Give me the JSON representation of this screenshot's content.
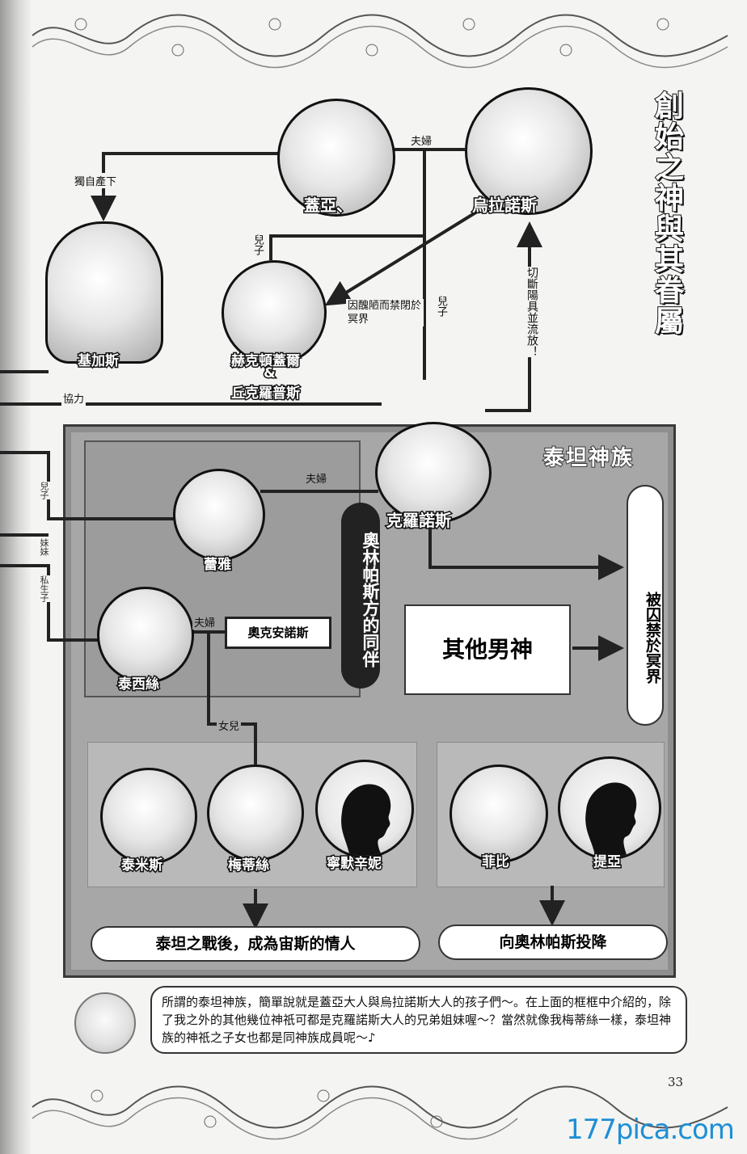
{
  "title": "創始之神與其眷屬",
  "titan_group_label": "泰坦神族",
  "characters": {
    "gaia": "蓋亞、",
    "uranus": "烏拉諾斯",
    "gigas": "基加斯",
    "hecatoncheires": "赫克頓蓋爾",
    "ampersand": "&",
    "cyclops": "丘克羅普斯",
    "kronos": "克羅諾斯",
    "rhea": "蕾雅",
    "tethys": "泰西絲",
    "oceanus": "奧克安諾斯",
    "themis": "泰米斯",
    "metis": "梅蒂絲",
    "mnemosyne": "寧默辛妮",
    "phoebe": "菲比",
    "theia": "提亞"
  },
  "relations": {
    "couple_top": "夫婦",
    "self_birth": "獨自產下",
    "son_left": "兒子",
    "son_center": "兒子",
    "sealed_note": "因醜陋而禁閉於冥界",
    "castrate_exile": "切斷陽具並流放！",
    "cooperate": "協力",
    "couple_rhea": "夫婦",
    "couple_tethys": "夫婦",
    "daughter": "女兒"
  },
  "margin_tags": [
    "兒子",
    "妹妹",
    "私生子"
  ],
  "boxes": {
    "olympus_ally": "奧林帕斯方的同伴",
    "other_gods": "其他男神",
    "imprisoned": "被囚禁於冥界",
    "result_left": "泰坦之戰後，成為宙斯的情人",
    "result_right": "向奧林帕斯投降"
  },
  "bubble_text": "所謂的泰坦神族，簡單說就是蓋亞大人與烏拉諾斯大人的孩子們～。在上面的框框中介紹的，除了我之外的其他幾位神祇可都是克羅諾斯大人的兄弟姐妹喔～？當然就像我梅蒂絲一樣，泰坦神族的神祇之子女也都是同神族成員呢～♪",
  "page_number": "33",
  "watermark": "177pica.com",
  "icons": {
    "portrait": "character-portrait-icon",
    "silhouette": "unknown-silhouette-icon",
    "arrow": "arrow-icon"
  }
}
